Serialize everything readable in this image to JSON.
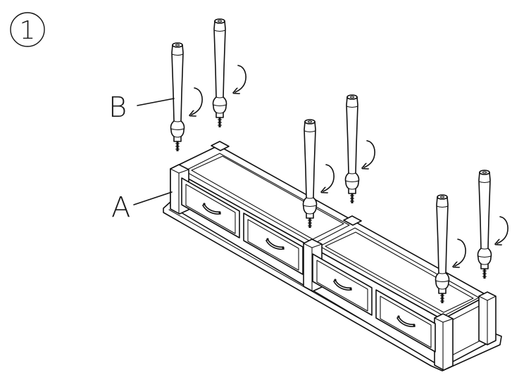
{
  "step": {
    "number": "1"
  },
  "labels": {
    "a": "A",
    "b": "B"
  },
  "colors": {
    "line": "#111111",
    "background": "#ffffff"
  },
  "icons": {
    "rotation": "clockwise-rotate-arrow-icon",
    "screw": "screw-bolt-icon"
  }
}
